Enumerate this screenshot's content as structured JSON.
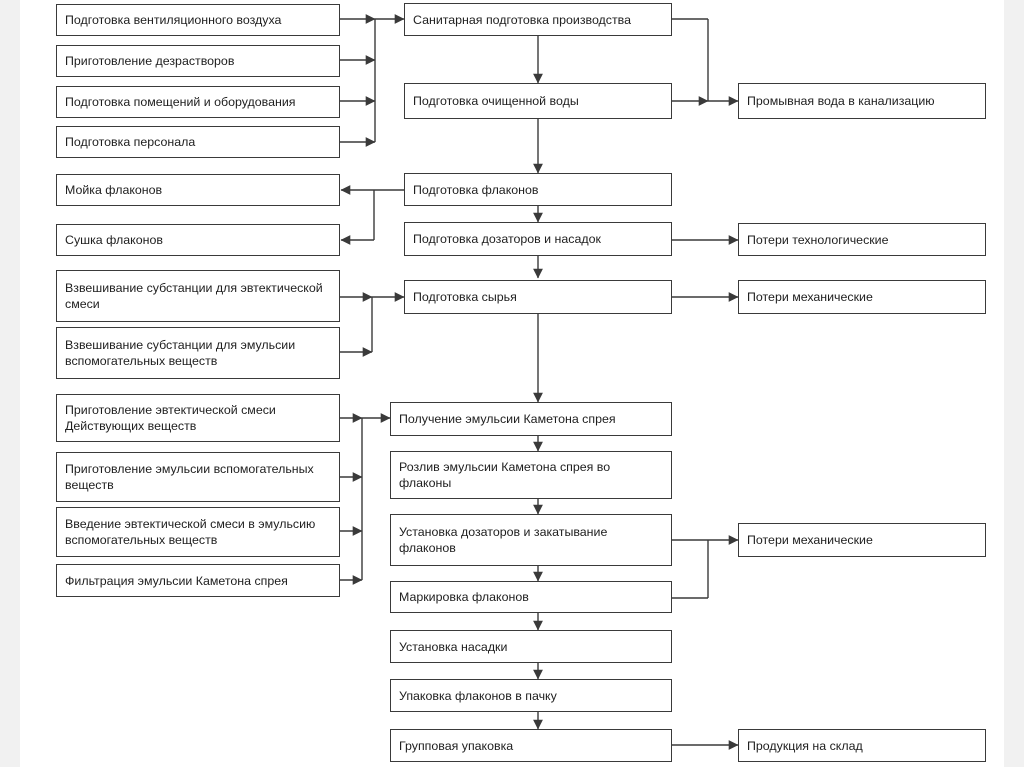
{
  "boxes": {
    "vent_air": "Подготовка вентиляционного воздуха",
    "disinfectants": "Приготовление дезрастворов",
    "rooms_equipment": "Подготовка помещений и оборудования",
    "personnel": "Подготовка персонала",
    "sanitary": "Санитарная подготовка производства",
    "purified_water": "Подготовка очищенной воды",
    "wash_water": "Промывная вода в канализацию",
    "bottle_wash": "Мойка флаконов",
    "bottle_dry": "Сушка флаконов",
    "bottle_prep": "Подготовка флаконов",
    "dispensers_prep": "Подготовка дозаторов и насадок",
    "tech_losses": "Потери технологические",
    "weigh_eutectic": "Взвешивание субстанции для эвтектической смеси",
    "weigh_emulsion": "Взвешивание субстанции для эмульсии вспомогательных веществ",
    "raw_prep": "Подготовка сырья",
    "mech_losses_1": "Потери механические",
    "eutectic_mix": "Приготовление эвтектической смеси Действующих веществ",
    "aux_emulsion": "Приготовление эмульсии вспомогательных веществ",
    "introduce_mix": "Введение эвтектической смеси в эмульсию вспомогательных веществ",
    "filtration": "Фильтрация эмульсии Каметона спрея",
    "obtain_emulsion": "Получение эмульсии Каметона спрея",
    "filling": "Розлив эмульсии Каметона спрея во флаконы",
    "install_dispensers": "Установка дозаторов и закатывание флаконов",
    "mech_losses_2": "Потери механические",
    "labeling": "Маркировка флаконов",
    "install_nozzle": "Установка насадки",
    "packing": "Упаковка флаконов в пачку",
    "group_packing": "Групповая упаковка",
    "warehouse": "Продукция на склад"
  },
  "colors": {
    "line": "#3a3a3a",
    "box_border": "#3a3a3a",
    "text": "#1e1e1e"
  }
}
